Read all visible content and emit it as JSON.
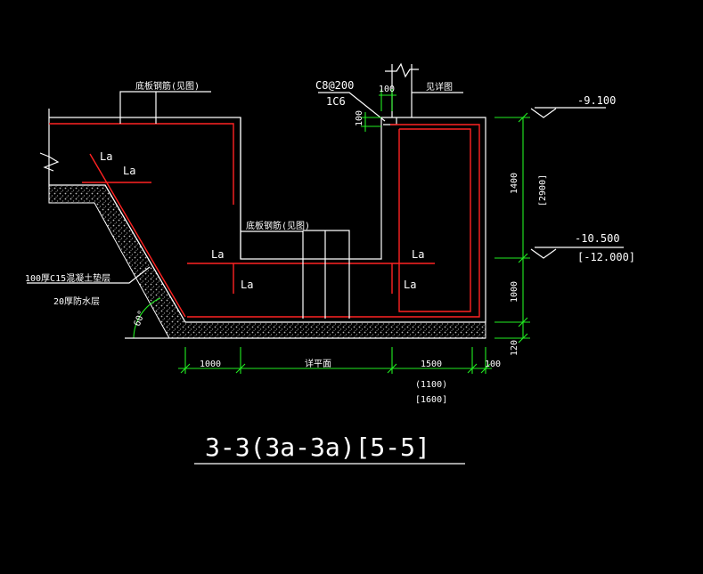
{
  "title": "3-3(3a-3a)[5-5]",
  "labels": {
    "top_left_note": "底板钢筋(见图)",
    "top_right_note": "见详图",
    "middle_note": "底板钢筋(见图)",
    "rebar_main": "C8@200",
    "rebar_sub": "1C6",
    "la": "La",
    "cushion_1": "100厚C15混凝土垫层",
    "cushion_2": "20厚防水层",
    "angle": "60°"
  },
  "elevations": {
    "top": "-9.100",
    "mid": "-10.500",
    "mid_bracket": "[-12.000]"
  },
  "dims": {
    "top_100": "100",
    "side_100": "100",
    "v_1400": "1400",
    "v_2900": "[2900]",
    "v_1000": "1000",
    "v_120": "120",
    "h_1000": "1000",
    "h_mid": "详平面",
    "h_1500": "1500",
    "h_1500_alt1": "(1100)",
    "h_1500_alt2": "[1600]",
    "h_100": "100"
  },
  "colors": {
    "background": "#000000",
    "linework": "#ffffff",
    "rebar": "#ff2222",
    "dimension": "#22ee22"
  }
}
